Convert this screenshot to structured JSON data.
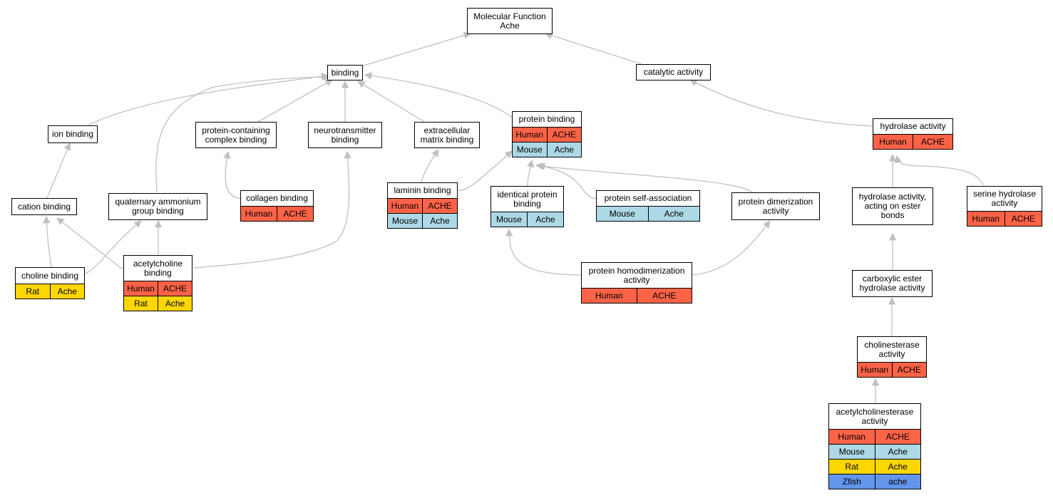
{
  "nodes": {
    "mf": {
      "label": "Molecular Function\nAche",
      "rows": []
    },
    "binding": {
      "label": "binding",
      "rows": []
    },
    "catalytic": {
      "label": "catalytic activity",
      "rows": []
    },
    "ion": {
      "label": "ion binding",
      "rows": []
    },
    "pcc": {
      "label": "protein-containing\ncomplex binding",
      "rows": []
    },
    "nt": {
      "label": "neurotransmitter\nbinding",
      "rows": []
    },
    "ecm": {
      "label": "extracellular\nmatrix binding",
      "rows": []
    },
    "pb": {
      "label": "protein binding",
      "rows": [
        [
          "human",
          "Human",
          "ACHE"
        ],
        [
          "mouse",
          "Mouse",
          "Ache"
        ]
      ]
    },
    "hydro": {
      "label": "hydrolase activity",
      "rows": [
        [
          "human",
          "Human",
          "ACHE"
        ]
      ]
    },
    "cation": {
      "label": "cation binding",
      "rows": []
    },
    "qa": {
      "label": "quaternary ammonium\ngroup binding",
      "rows": []
    },
    "collagen": {
      "label": "collagen binding",
      "rows": [
        [
          "human",
          "Human",
          "ACHE"
        ]
      ]
    },
    "laminin": {
      "label": "laminin binding",
      "rows": [
        [
          "human",
          "Human",
          "ACHE"
        ],
        [
          "mouse",
          "Mouse",
          "Ache"
        ]
      ]
    },
    "ipb": {
      "label": "identical protein\nbinding",
      "rows": [
        [
          "mouse",
          "Mouse",
          "Ache"
        ]
      ]
    },
    "psa": {
      "label": "protein self-association",
      "rows": [
        [
          "mouse",
          "Mouse",
          "Ache"
        ]
      ]
    },
    "pda": {
      "label": "protein dimerization\nactivity",
      "rows": []
    },
    "haes": {
      "label": "hydrolase activity,\nacting on ester\nbonds",
      "rows": []
    },
    "sha": {
      "label": "serine hydrolase\nactivity",
      "rows": [
        [
          "human",
          "Human",
          "ACHE"
        ]
      ]
    },
    "choline": {
      "label": "choline binding",
      "rows": [
        [
          "rat",
          "Rat",
          "Ache"
        ]
      ]
    },
    "ach": {
      "label": "acetylcholine\nbinding",
      "rows": [
        [
          "human",
          "Human",
          "ACHE"
        ],
        [
          "rat",
          "Rat",
          "Ache"
        ]
      ]
    },
    "phd": {
      "label": "protein homodimerization\nactivity",
      "rows": [
        [
          "human",
          "Human",
          "ACHE"
        ]
      ]
    },
    "ceh": {
      "label": "carboxylic ester\nhydrolase activity",
      "rows": []
    },
    "che": {
      "label": "cholinesterase\nactivity",
      "rows": [
        [
          "human",
          "Human",
          "ACHE"
        ]
      ]
    },
    "ache": {
      "label": "acetylcholinesterase\nactivity",
      "rows": [
        [
          "human",
          "Human",
          "ACHE"
        ],
        [
          "mouse",
          "Mouse",
          "Ache"
        ],
        [
          "rat",
          "Rat",
          "Ache"
        ],
        [
          "zfish",
          "Zfish",
          "ache"
        ]
      ]
    }
  }
}
